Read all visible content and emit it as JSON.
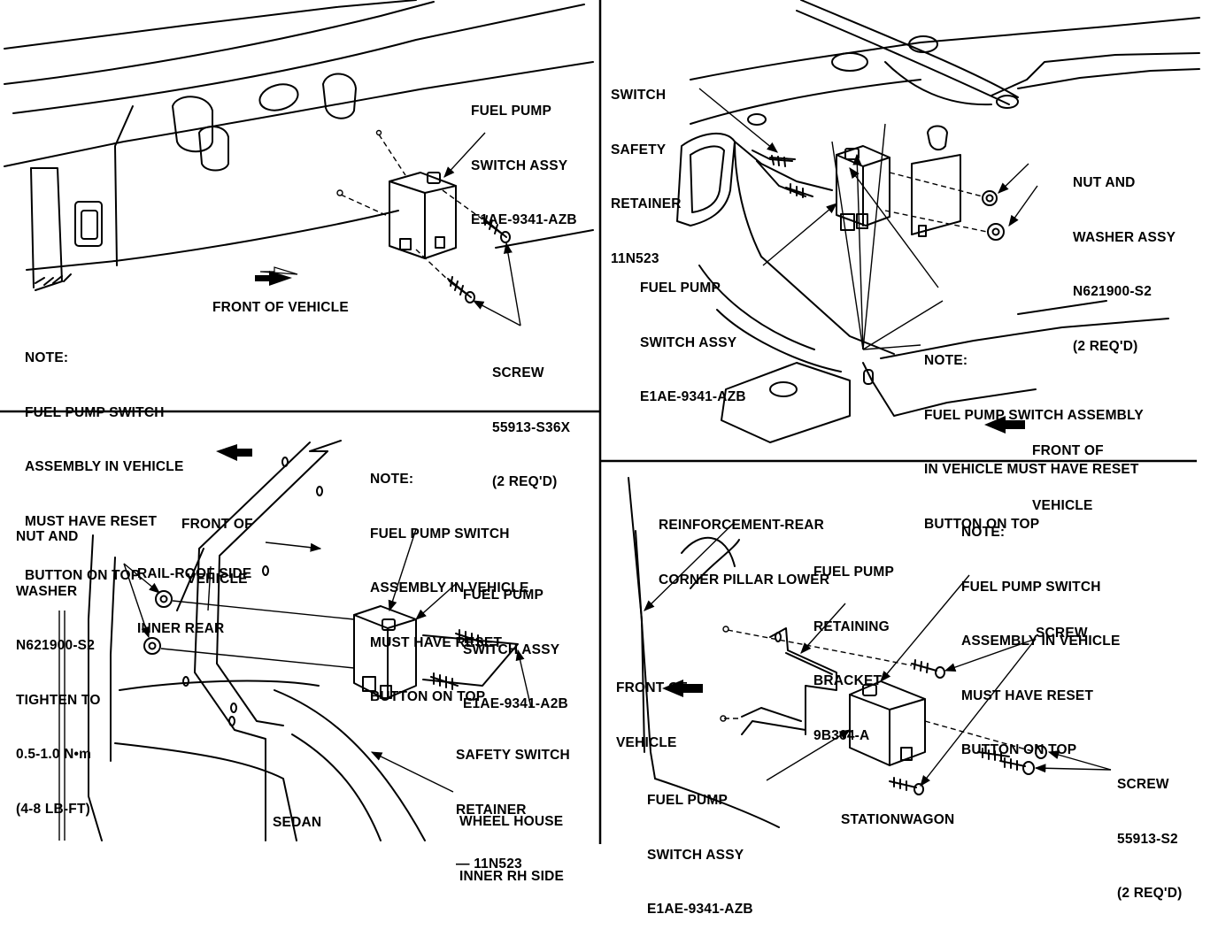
{
  "panels": {
    "top_left": {
      "switch_label": [
        "FUEL PUMP",
        "SWITCH ASSY",
        "E1AE-9341-AZB"
      ],
      "front_label": "FRONT OF VEHICLE",
      "note": [
        "NOTE:",
        "FUEL PUMP SWITCH",
        "ASSEMBLY IN VEHICLE",
        "MUST HAVE RESET",
        "BUTTON ON TOP."
      ],
      "screw_label": [
        "SCREW",
        "55913-S36X",
        "(2 REQ'D)"
      ]
    },
    "top_right": {
      "retainer_label": [
        "SWITCH",
        "SAFETY",
        "RETAINER",
        "11N523"
      ],
      "nut_label": [
        "NUT AND",
        "WASHER ASSY",
        "N621900-S2",
        "(2 REQ'D)"
      ],
      "switch_label": [
        "FUEL PUMP",
        "SWITCH ASSY",
        "E1AE-9341-AZB"
      ],
      "note": [
        "NOTE:",
        "FUEL PUMP SWITCH ASSEMBLY",
        "IN VEHICLE MUST HAVE RESET",
        "BUTTON ON TOP"
      ],
      "front_label": [
        "FRONT OF",
        "VEHICLE"
      ]
    },
    "bottom_left": {
      "front_label": [
        "FRONT OF",
        "VEHICLE"
      ],
      "note": [
        "NOTE:",
        "FUEL PUMP SWITCH",
        "ASSEMBLY IN VEHICLE",
        "MUST HAVE RESET",
        "BUTTON ON TOP"
      ],
      "nut_label": [
        "NUT AND",
        "WASHER",
        "N621900-S2",
        "TIGHTEN TO",
        "0.5-1.0 N•m",
        "(4-8 LB-FT)"
      ],
      "rail_label": [
        "RAIL-ROOF SIDE",
        "INNER REAR"
      ],
      "switch_label": [
        "FUEL PUMP",
        "SWITCH ASSY",
        "E1AE-9341-A2B"
      ],
      "retainer_label": [
        "SAFETY SWITCH",
        "RETAINER",
        "— 11N523"
      ],
      "wheelhouse_label": [
        "WHEEL HOUSE",
        "INNER RH SIDE"
      ],
      "caption": "SEDAN"
    },
    "bottom_right": {
      "reinforcement_label": [
        "REINFORCEMENT-REAR",
        "CORNER PILLAR LOWER"
      ],
      "bracket_label": [
        "FUEL PUMP",
        "RETAINING",
        "BRACKET",
        "9B364-A"
      ],
      "note": [
        "NOTE:",
        "FUEL PUMP SWITCH",
        "ASSEMBLY IN VEHICLE",
        "MUST HAVE RESET",
        "BUTTON ON TOP"
      ],
      "screw_label": "SCREW",
      "front_label": [
        "FRONT OF",
        "VEHICLE"
      ],
      "screw2_label": [
        "SCREW",
        "55913-S2",
        "(2 REQ'D)"
      ],
      "switch_label": [
        "FUEL PUMP",
        "SWITCH ASSY",
        "E1AE-9341-AZB"
      ],
      "caption": "STATIONWAGON"
    }
  }
}
